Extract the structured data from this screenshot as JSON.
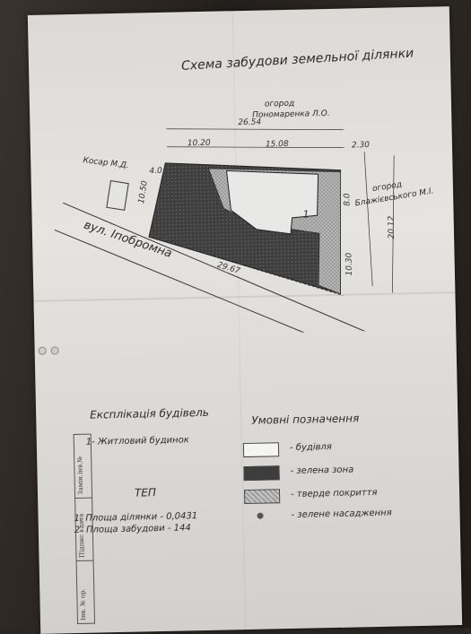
{
  "title": "Схема забудови земельної ділянки",
  "neighbors": {
    "top_label_1": "огород",
    "top_label_2": "Пономаренка Л.О.",
    "left": "Косар М.Д.",
    "right_label_1": "огород",
    "right_label_2": "Блажієвського М.І."
  },
  "street": "вул. Іпобромна",
  "dimensions": {
    "top_total": "26.54",
    "top_left": "10.20",
    "top_mid": "15.08",
    "top_right": "2.30",
    "left_small": "4.0",
    "left_vertical": "10.50",
    "right_vertical": "20.12",
    "inner_vertical_1": "8.0",
    "inner_vertical_2": "10.30",
    "bottom": "29.67",
    "building_number": "1"
  },
  "explication": {
    "heading": "Експлікація будівель",
    "items": [
      "1- Житловий будинок"
    ]
  },
  "tep": {
    "heading": "ТЕП",
    "items": [
      "1. Площа ділянки - 0,0431",
      "2- Площа забудови - 144"
    ]
  },
  "legend": {
    "heading": "Умовні позначення",
    "items": [
      {
        "label": "- будівля",
        "swatch": "#f4f4f2"
      },
      {
        "label": "- зелена зона",
        "swatch": "#3d3d3d"
      },
      {
        "label": "- тверде покриття",
        "swatch": "#9a9a9a"
      },
      {
        "label": "- зелене насадження",
        "swatch": "#555555"
      }
    ]
  },
  "stamp": [
    "Інв. № ор.",
    "Підпис і дата",
    "Замін.інв.№"
  ]
}
